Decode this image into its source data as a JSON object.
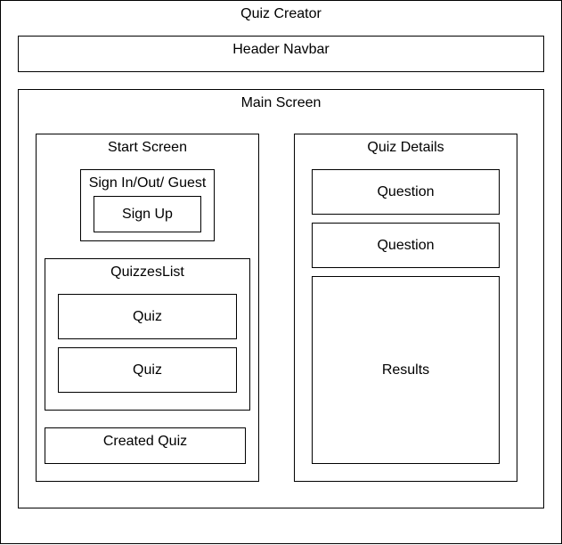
{
  "diagram": {
    "root": {
      "label": "Quiz Creator"
    },
    "header": {
      "label": "Header Navbar"
    },
    "main": {
      "label": "Main Screen"
    },
    "start_screen": {
      "label": "Start Screen",
      "auth": {
        "label": "Sign In/Out/ Guest",
        "signup": "Sign Up"
      },
      "quizzes_list": {
        "label": "QuizzesList",
        "items": [
          "Quiz",
          "Quiz"
        ]
      },
      "created_quiz": "Created Quiz"
    },
    "quiz_details": {
      "label": "Quiz Details",
      "questions": [
        "Question",
        "Question"
      ],
      "results": "Results"
    }
  },
  "colors": {
    "stroke": "#000000",
    "fill": "#ffffff"
  }
}
